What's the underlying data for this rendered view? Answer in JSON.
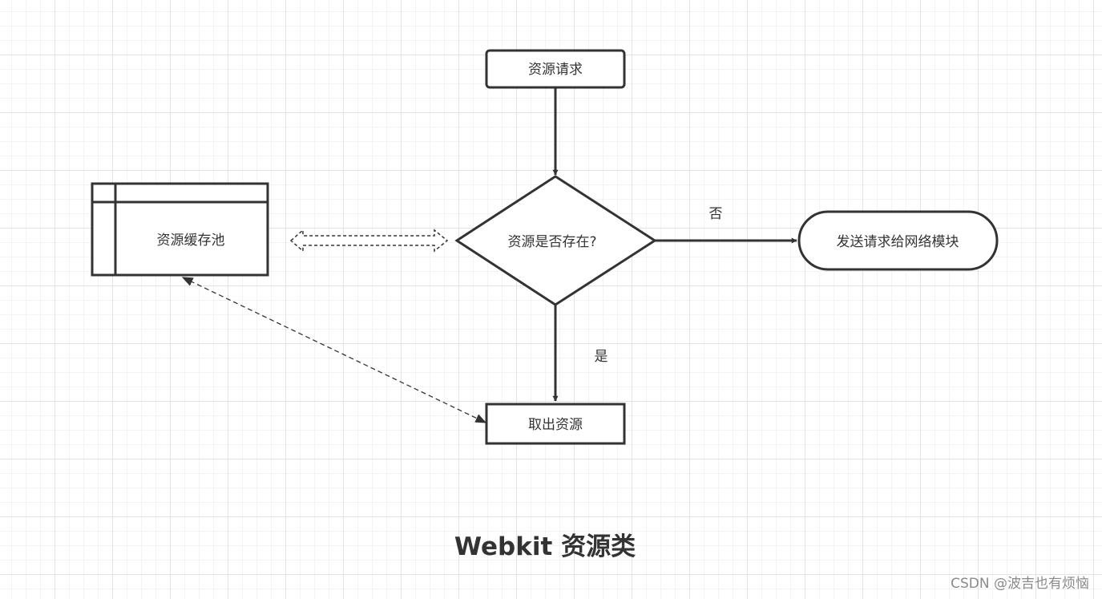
{
  "nodes": {
    "request": {
      "label": "资源请求",
      "shape": "rectangle"
    },
    "decision": {
      "label": "资源是否存在?",
      "shape": "diamond"
    },
    "cache": {
      "label": "资源缓存池",
      "shape": "internal-storage"
    },
    "network": {
      "label": "发送请求给网络模块",
      "shape": "terminator"
    },
    "fetch": {
      "label": "取出资源",
      "shape": "rectangle"
    }
  },
  "edges": {
    "no_label": "否",
    "yes_label": "是"
  },
  "title": "Webkit 资源类",
  "watermark": "CSDN @波吉也有烦恼",
  "colors": {
    "stroke": "#333333",
    "text": "#333333",
    "watermark": "#8a8a8a",
    "grid": "#e3e3e3"
  }
}
